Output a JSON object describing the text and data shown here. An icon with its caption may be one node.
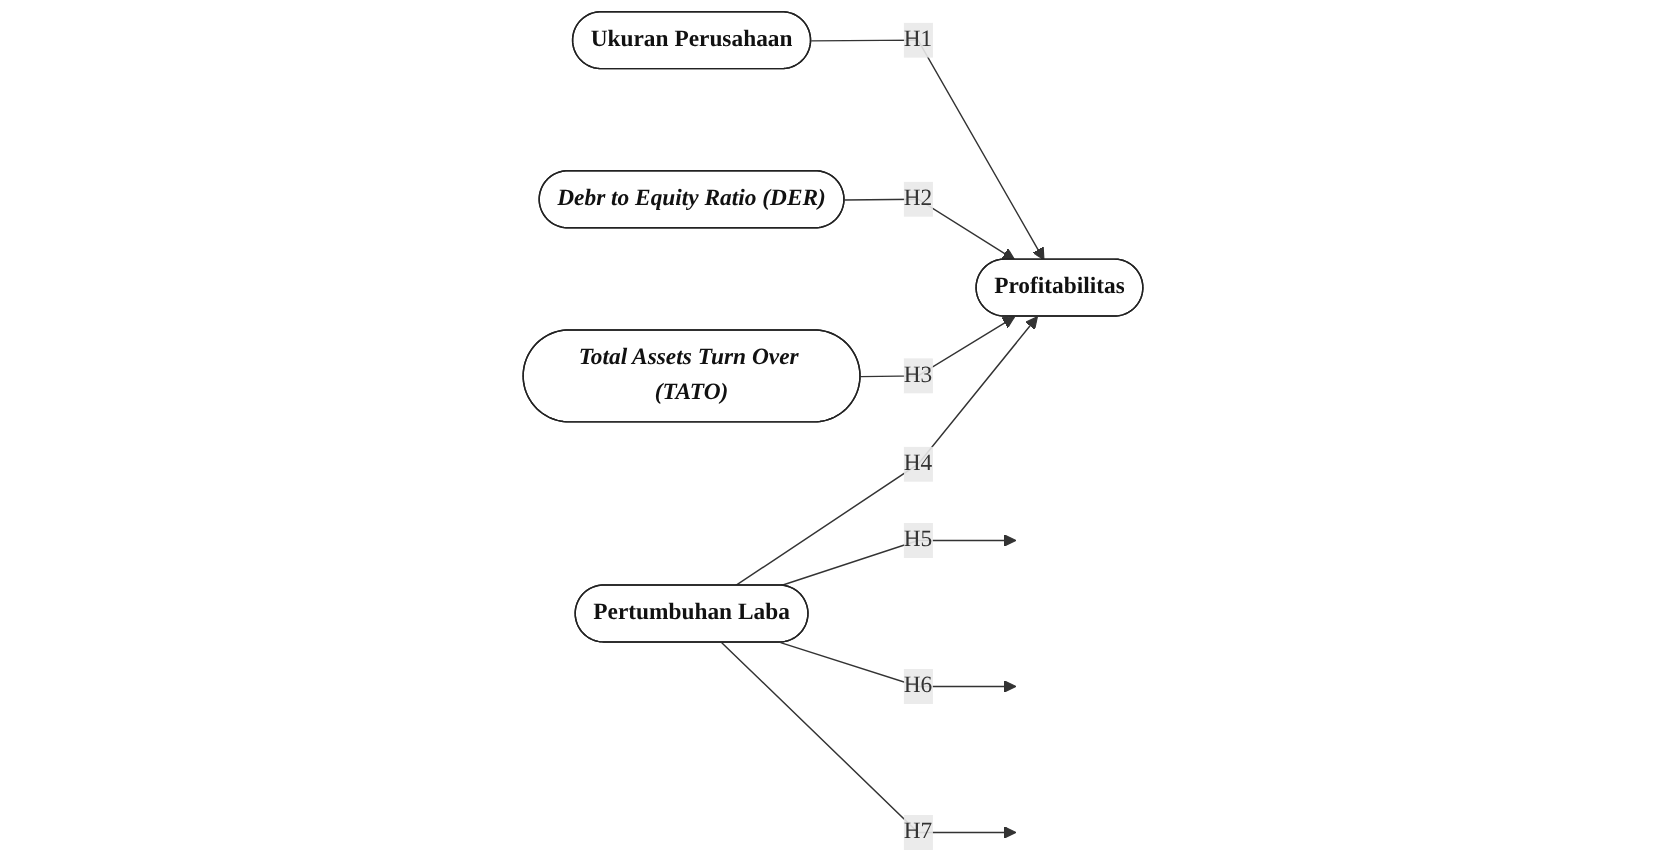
{
  "diagram": {
    "nodes": [
      {
        "text": [
          "Pertumbuhan Laba"
        ]
      },
      {
        "text": [
          "Ukuran Perusahaan"
        ]
      },
      {
        "text": [
          "Debr to Equity Ratio (DER)"
        ]
      },
      {
        "text": [
          "Total Assets Turn Over (TATO)"
        ]
      },
      {
        "text": [
          "Profitabilitas"
        ]
      }
    ],
    "edges": [
      {
        "from": 1,
        "to": 4,
        "arrow": "to",
        "label": "H1"
      },
      {
        "from": 2,
        "to": 4,
        "arrow": "to",
        "label": "H2"
      },
      {
        "from": 3,
        "to": 4,
        "arrow": "to",
        "label": "H3"
      },
      {
        "from": 0,
        "to": 4,
        "arrow": "to",
        "label": "H4"
      },
      {
        "from": 0,
        "to": null,
        "arrow": "to",
        "label": "H5"
      },
      {
        "from": 0,
        "to": null,
        "arrow": "to",
        "label": "H6"
      },
      {
        "from": 0,
        "to": null,
        "arrow": "to",
        "label": "H7"
      }
    ]
  }
}
